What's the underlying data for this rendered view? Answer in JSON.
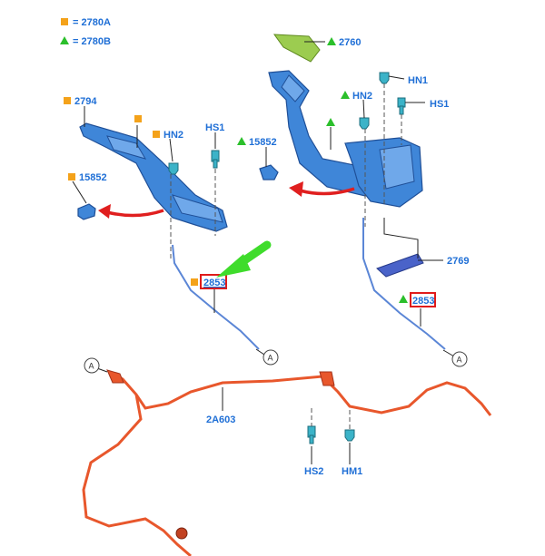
{
  "legend": {
    "square_label": "= 2780A",
    "triangle_label": "= 2780B"
  },
  "labels": {
    "p2794": "2794",
    "hn2_left": "HN2",
    "hs1_left": "HS1",
    "p15852_left": "15852",
    "p2853_left": "2853",
    "a_left": "A",
    "p2760": "2760",
    "hn1": "HN1",
    "hn2_right": "HN2",
    "hs1_right": "HS1",
    "p15852_right": "15852",
    "p2769": "2769",
    "p2853_right": "2853",
    "a_right": "A",
    "a_bottom": "A",
    "p2a603": "2A603",
    "hs2": "HS2",
    "hm1": "HM1"
  },
  "colors": {
    "square_marker": "#f4a21a",
    "triangle_marker": "#2bbf2b",
    "label_text": "#1f6fd6",
    "highlight_box": "#e01b1b",
    "pointer_arrow": "#3fdc2c",
    "rotation_arrow": "#e01f1f",
    "rear_cable": "#e8572c",
    "front_cable": "#5b86d6"
  },
  "icons": {
    "square": "square-marker-icon",
    "triangle": "triangle-marker-icon",
    "callout": "circle-callout-icon",
    "pointer": "green-pointer-arrow-icon"
  }
}
